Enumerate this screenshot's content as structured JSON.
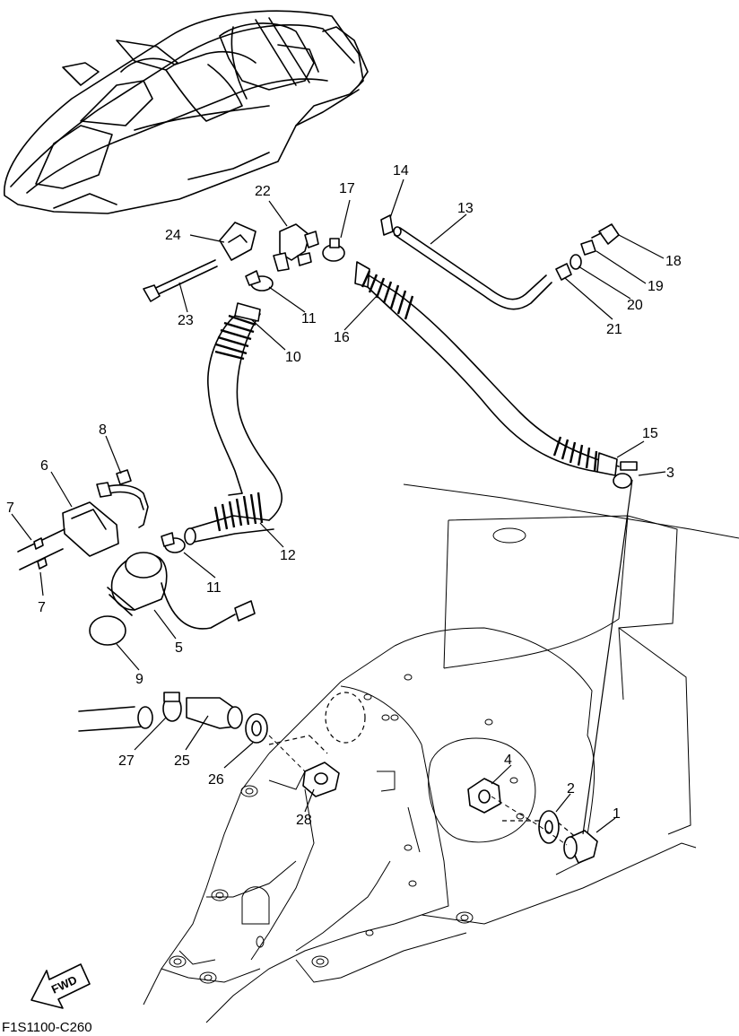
{
  "diagram_code": "F1S1100-C260",
  "direction_label": "FWD",
  "callouts": [
    "1",
    "2",
    "3",
    "4",
    "5",
    "6",
    "7",
    "7",
    "8",
    "9",
    "10",
    "11",
    "11",
    "12",
    "13",
    "14",
    "15",
    "16",
    "17",
    "18",
    "19",
    "20",
    "21",
    "22",
    "23",
    "24",
    "25",
    "26",
    "27",
    "28"
  ]
}
